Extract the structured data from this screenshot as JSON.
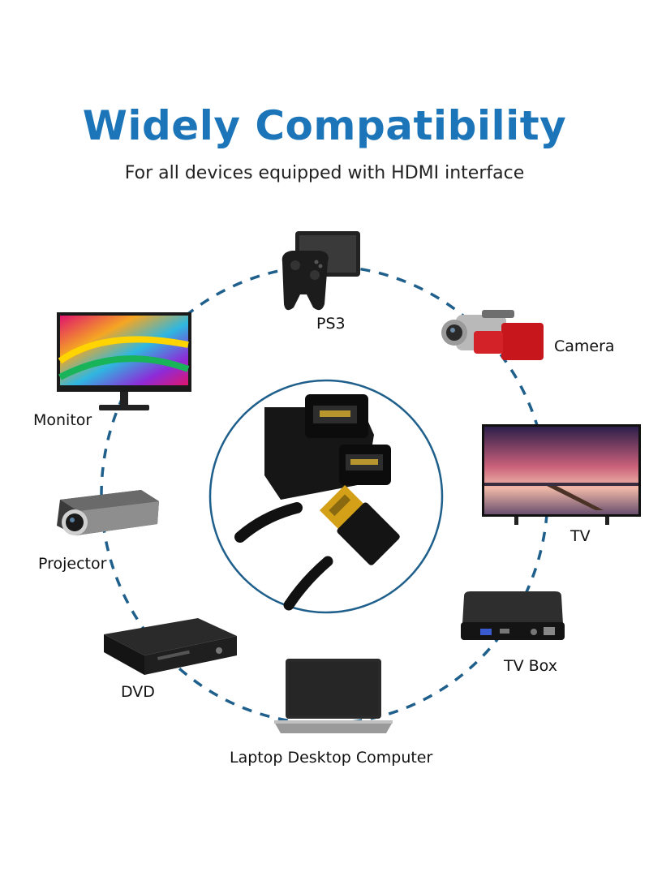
{
  "header": {
    "title": "Widely Compatibility",
    "subtitle": "For all devices equipped with HDMI interface"
  },
  "devices": {
    "ps3": "PS3",
    "camera": "Camera",
    "monitor": "Monitor",
    "tv": "TV",
    "projector": "Projector",
    "tv_box": "TV Box",
    "dvd": "DVD",
    "laptop": "Laptop Desktop Computer"
  },
  "colors": {
    "accent": "#1c75b8",
    "ring": "#1f5f8b"
  }
}
